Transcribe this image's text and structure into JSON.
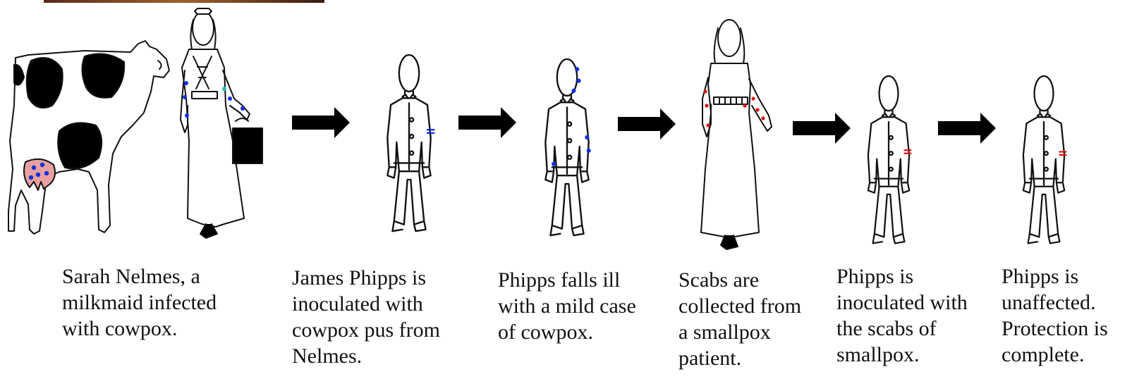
{
  "colors": {
    "outline": "#111111",
    "arrow": "#000000",
    "cowpox_dots": "#1030e0",
    "smallpox_dots": "#e01010",
    "udder": "#e8a0a0"
  },
  "steps": [
    {
      "caption": "Sarah Nelmes, a\nmilkmaid infected\nwith cowpox."
    },
    {
      "caption": "James Phipps is\ninoculated with\ncowpox pus from\nNelmes."
    },
    {
      "caption": "Phipps falls ill\nwith a mild case\nof cowpox."
    },
    {
      "caption": "Scabs are\ncollected from\na smallpox\npatient."
    },
    {
      "caption": "Phipps is\ninoculated with\nthe scabs of\nsmallpox."
    },
    {
      "caption": "Phipps is\nunaffected.\nProtection is\ncomplete."
    }
  ]
}
